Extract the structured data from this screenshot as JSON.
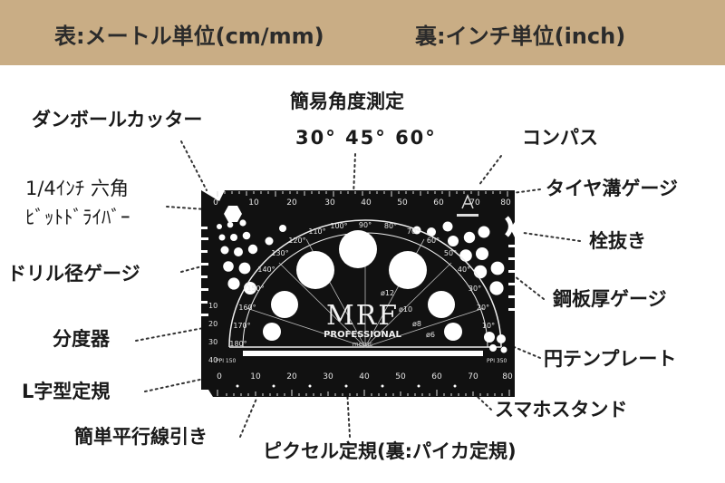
{
  "banner": {
    "front": "表:メートル単位(cm/mm)",
    "back": "裏:インチ単位(inch)"
  },
  "labels": {
    "cardboard_cutter": "ダンボールカッター",
    "angle_title": "簡易角度測定",
    "angle_values": "30° 45° 60°",
    "compass": "コンパス",
    "hex_bit_line1": "1/4ｲﾝﾁ 六角",
    "hex_bit_line2": "ﾋﾞｯﾄﾄﾞﾗｲﾊﾞｰ",
    "tire_gauge": "タイヤ溝ゲージ",
    "plug_pull": "栓抜き",
    "drill_gauge": "ドリル径ゲージ",
    "steel_gauge": "鋼板厚ゲージ",
    "protractor": "分度器",
    "circle_template": "円テンプレート",
    "l_ruler": "L字型定規",
    "phone_stand": "スマホスタンド",
    "parallel_lines": "簡単平行線引き",
    "pixel_ruler": "ピクセル定規(裏:パイカ定規)"
  },
  "tool": {
    "logo": "MRF",
    "brand": "PROFESSIONAL",
    "sub": "metric",
    "top_scale": [
      "0",
      "10",
      "20",
      "30",
      "40",
      "50",
      "60",
      "70",
      "80"
    ],
    "bottom_scale": [
      "0",
      "10",
      "20",
      "30",
      "40",
      "50",
      "60",
      "70",
      "80"
    ],
    "side_scale": [
      "10",
      "20",
      "30",
      "40"
    ],
    "arc_degrees": [
      "180°",
      "170°",
      "160°",
      "150°",
      "140°",
      "130°",
      "120°",
      "110°",
      "100°",
      "90°",
      "80°",
      "70°",
      "60°",
      "50°",
      "40°",
      "30°",
      "20°",
      "10°"
    ],
    "hole_sizes": [
      "ø12",
      "ø10",
      "ø8",
      "ø6"
    ],
    "ppi_left": "PPI 150",
    "ppi_right": "PPI 350"
  },
  "colors": {
    "banner": "#c9ad85",
    "tool": "#111111",
    "text": "#1a1a1a"
  }
}
